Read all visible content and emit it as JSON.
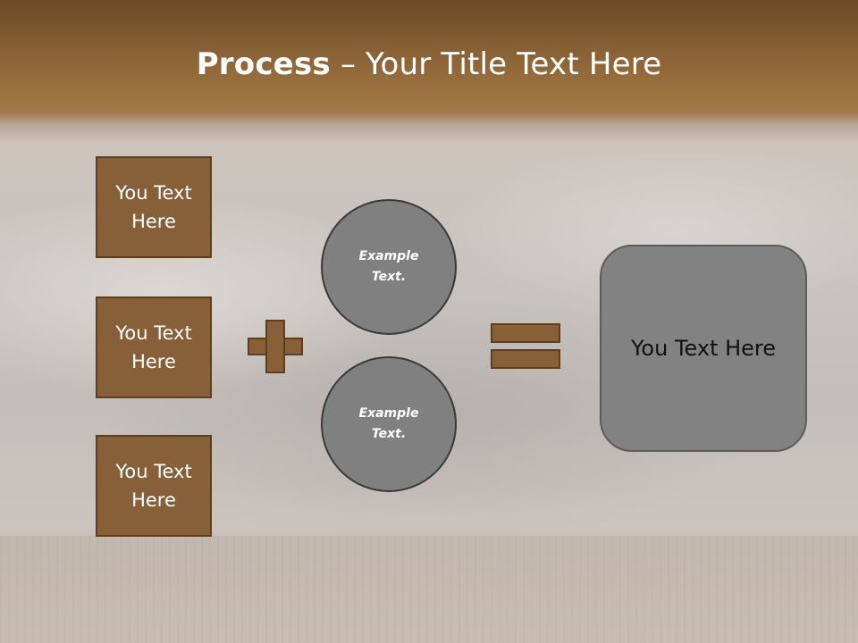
{
  "slide": {
    "title_bold": "Process",
    "title_rest": " – Your Title Text Here"
  },
  "input_boxes": [
    {
      "text": "You Text Here"
    },
    {
      "text": "You Text Here"
    },
    {
      "text": "You Text Here"
    }
  ],
  "circles": [
    {
      "text": "Example Text."
    },
    {
      "text": "Example Text."
    }
  ],
  "result": {
    "text": "You Text Here"
  },
  "colors": {
    "box_fill": "#87603a",
    "box_border": "#5f3e1e",
    "circle_fill": "#808080",
    "result_fill": "#828282",
    "title_band": "#8a6236"
  }
}
